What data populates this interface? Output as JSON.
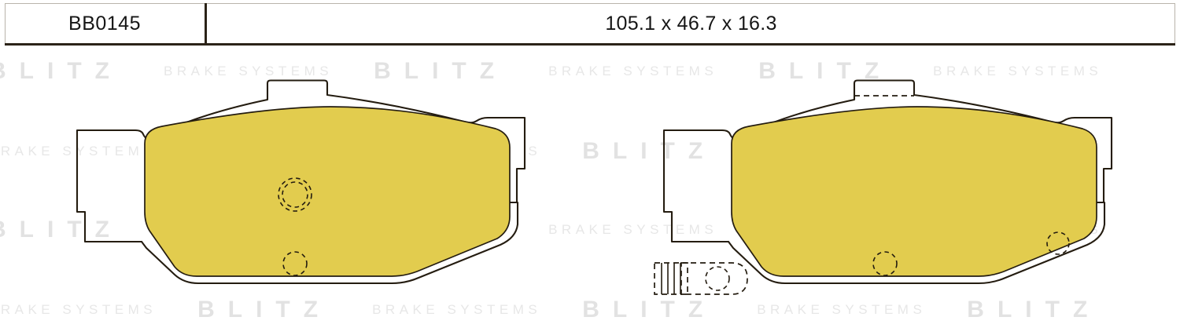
{
  "header": {
    "part_code": "BB0145",
    "dimensions": "105.1 x 46.7 x 16.3",
    "divider_color": "#2b2318",
    "border_color": "#b9b4ab"
  },
  "watermark": {
    "brand": "BLITZ",
    "tagline": "BRAKE SYSTEMS",
    "brand_color": "#e2e2e2",
    "tagline_color": "#e7e7e7"
  },
  "colors": {
    "friction_material": "#e2cc4e",
    "backing_plate": "#ffffff",
    "outline": "#241c10",
    "page_background": "#ffffff"
  },
  "product": {
    "type": "brake-pad-set",
    "pad_count": 2,
    "pads": [
      {
        "name": "left-pad",
        "label": "brake pad without wear sensor",
        "has_wear_sensor": false,
        "top_tab": true,
        "top_tab_dashed_slot": false,
        "side_ears": 2,
        "markings": [
          {
            "name": "upper-rivet-marking",
            "style": "double-dashed-circle"
          },
          {
            "name": "lower-rivet-marking",
            "style": "single-dashed-circle"
          }
        ]
      },
      {
        "name": "right-pad",
        "label": "brake pad with wear sensor",
        "has_wear_sensor": true,
        "top_tab": true,
        "top_tab_dashed_slot": true,
        "side_ears": 2,
        "markings": [
          {
            "name": "upper-rivet-marking",
            "style": "single-dashed-circle"
          },
          {
            "name": "lower-rivet-marking",
            "style": "single-dashed-circle"
          }
        ],
        "wear_sensor": {
          "name": "wear-sensor-clip",
          "style": "dashed-hatched-connector",
          "position": "lower-left"
        }
      }
    ]
  }
}
